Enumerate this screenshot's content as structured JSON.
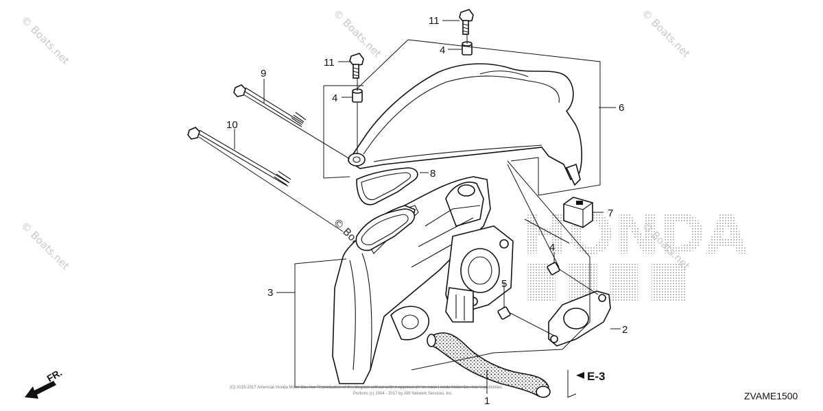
{
  "callouts": {
    "c1": "1",
    "c2": "2",
    "c3": "3",
    "c4a": "4",
    "c4b": "4",
    "c4c": "4",
    "c5": "5",
    "c6": "6",
    "c7": "7",
    "c8": "8",
    "c9": "9",
    "c10": "10",
    "c11a": "11",
    "c11b": "11"
  },
  "reference": "E-3",
  "direction_label": "FR.",
  "diagram_code": "ZVAME1500",
  "watermark": {
    "text": "© Boats.net",
    "center_text": "© Boats.net"
  },
  "brand_watermark": "HONDA",
  "copyright_line_1": "(C) 2015-2017 American Honda Motor Co., Inc. Reproduction of this diagram without written approval of American Honda Motor Co., Inc. is prohibited.",
  "copyright_line_2": "Portions (c) 2004 - 2017 by ARI Network Services, Inc.",
  "colors": {
    "line": "#111111",
    "watermark": "#c8c8c8",
    "background": "#ffffff"
  }
}
